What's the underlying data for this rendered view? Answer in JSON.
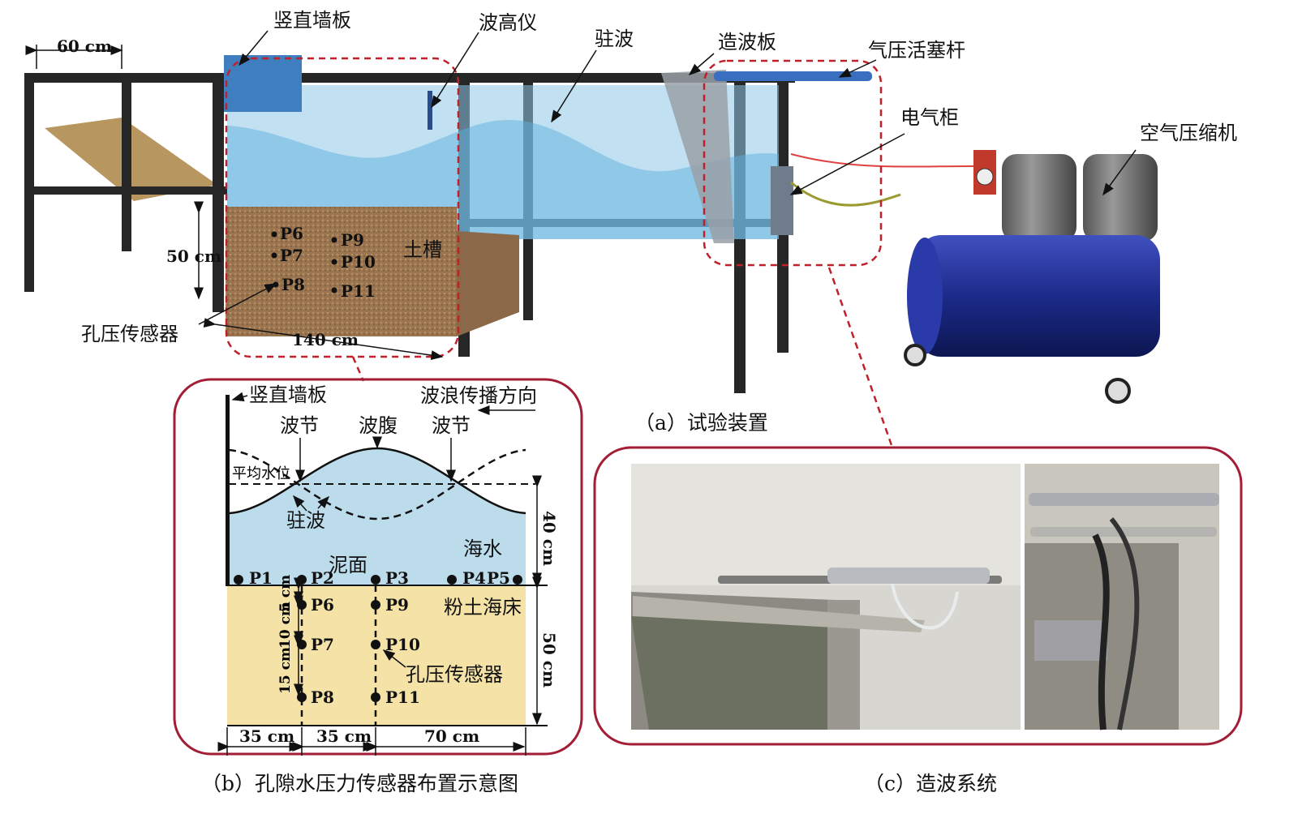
{
  "panel_a": {
    "caption": "（a）试验装置",
    "labels": {
      "width_60": "60 cm",
      "wall_plate": "竖直墙板",
      "wave_gauge": "波高仪",
      "standing_wave": "驻波",
      "wave_paddle": "造波板",
      "piston_rod": "气压活塞杆",
      "electric_cabinet": "电气柜",
      "air_compressor": "空气压缩机",
      "height_50": "50 cm",
      "pore_sensor": "孔压传感器",
      "length_140": "140 cm",
      "soil_tank": "土槽"
    },
    "sensors": [
      "P6",
      "P7",
      "P8",
      "P9",
      "P10",
      "P11"
    ]
  },
  "panel_b": {
    "caption": "（b）孔隙水压力传感器布置示意图",
    "labels": {
      "wall_plate": "竖直墙板",
      "propagation": "波浪传播方向",
      "node_left": "波节",
      "antinode": "波腹",
      "node_right": "波节",
      "mean_level": "平均水位",
      "standing_wave": "驻波",
      "seawater": "海水",
      "mudline": "泥面",
      "seabed": "粉土海床",
      "pore_sensor": "孔压传感器",
      "depth_40": "40 cm",
      "depth_50": "50 cm",
      "d5": "5 cm",
      "d10": "10 cm",
      "d15": "15 cm",
      "x35a": "35 cm",
      "x35b": "35 cm",
      "x70": "70 cm"
    },
    "surface_sensors": [
      "P1",
      "P2",
      "P3",
      "P4",
      "P5"
    ],
    "soil_sensors": [
      "P6",
      "P7",
      "P8",
      "P9",
      "P10",
      "P11"
    ]
  },
  "panel_c": {
    "caption": "（c）造波系统"
  },
  "colors": {
    "frame": "#222222",
    "water": "#bcdcec",
    "soil": "#f5e2a6",
    "callout": "#a31d35",
    "compressor": "#1f2f8f"
  }
}
